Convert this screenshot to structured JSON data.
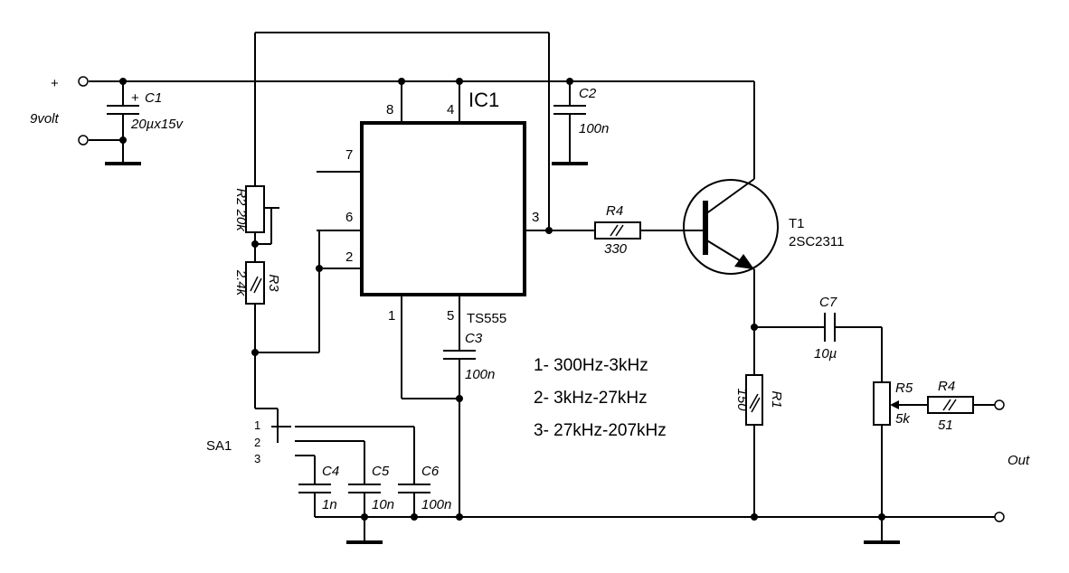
{
  "supply": {
    "plus": "+",
    "voltage": "9volt"
  },
  "ic": {
    "name": "IC1",
    "type": "TS555",
    "pins": {
      "p8": "8",
      "p4": "4",
      "p7": "7",
      "p6": "6",
      "p2": "2",
      "p3": "3",
      "p1": "1",
      "p5": "5"
    }
  },
  "components": {
    "C1": {
      "name": "C1",
      "value": "20µx15v"
    },
    "C2": {
      "name": "C2",
      "value": "100n"
    },
    "C3": {
      "name": "C3",
      "value": "100n"
    },
    "C4": {
      "name": "C4",
      "value": "1n"
    },
    "C5": {
      "name": "C5",
      "value": "10n"
    },
    "C6": {
      "name": "C6",
      "value": "100n"
    },
    "C7": {
      "name": "C7",
      "value": "10µ"
    },
    "R1": {
      "name": "R1",
      "value": "150"
    },
    "R2": {
      "name": "R2",
      "value": "20k"
    },
    "R3": {
      "name": "R3",
      "value": "2.4k"
    },
    "R4a": {
      "name": "R4",
      "value": "330"
    },
    "R4b": {
      "name": "R4",
      "value": "51"
    },
    "R5": {
      "name": "R5",
      "value": "5k"
    },
    "T1": {
      "name": "T1",
      "value": "2SC2311"
    }
  },
  "switch": {
    "name": "SA1",
    "positions": [
      "1",
      "2",
      "3"
    ]
  },
  "ranges": [
    "1- 300Hz-3kHz",
    "2- 3kHz-27kHz",
    "3- 27kHz-207kHz"
  ],
  "output": {
    "label": "Out"
  }
}
